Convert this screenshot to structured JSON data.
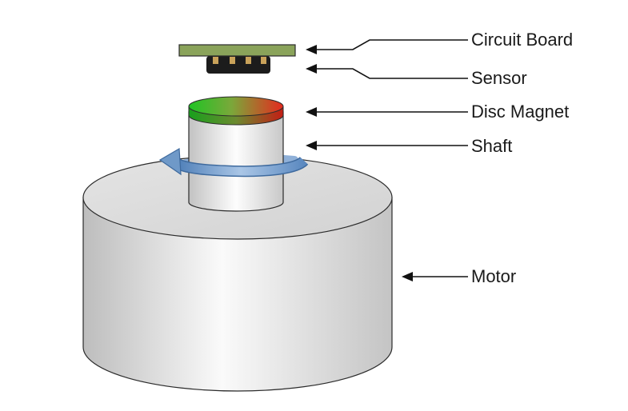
{
  "labels": {
    "circuit_board": "Circuit Board",
    "sensor": "Sensor",
    "disc_magnet": "Disc Magnet",
    "shaft": "Shaft",
    "motor": "Motor"
  },
  "colors": {
    "board_green": "#8aa35a",
    "sensor_dark": "#1c1c1c",
    "sensor_pin": "#c9a25a",
    "magnet_green": "#22c22a",
    "magnet_red": "#e0261e",
    "arrow_blue": "#6f99c8",
    "body_gray": "#d8d8d8"
  }
}
